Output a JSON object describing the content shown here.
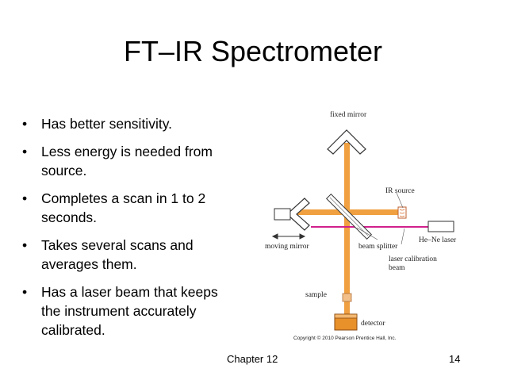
{
  "slide": {
    "title": "FT–IR Spectrometer",
    "bullets": [
      {
        "marker": "•",
        "text": "Has better sensitivity."
      },
      {
        "marker": "•",
        "text": "Less energy is needed from source."
      },
      {
        "marker": "•",
        "text": "Completes a scan in 1 to 2 seconds."
      },
      {
        "marker": "•",
        "text": "Takes several scans and averages them."
      },
      {
        "marker": "•",
        "text": "Has a laser beam that keeps the instrument accurately calibrated."
      }
    ],
    "footer": {
      "chapter": "Chapter 12",
      "page": "14"
    }
  },
  "diagram": {
    "labels": {
      "fixed_mirror": "fixed mirror",
      "ir_source": "IR source",
      "moving_mirror": "moving mirror",
      "beam_splitter": "beam splitter",
      "hene_laser": "He–Ne laser",
      "laser_calibration_1": "laser calibration",
      "laser_calibration_2": "beam",
      "sample": "sample",
      "detector": "detector",
      "copyright": "Copyright © 2010 Pearson Prentice Hall, Inc."
    },
    "colors": {
      "ir_beam": "#f0a040",
      "laser_beam": "#d0208c",
      "detector": "#e8902a",
      "sample": "#f4c08a"
    }
  }
}
